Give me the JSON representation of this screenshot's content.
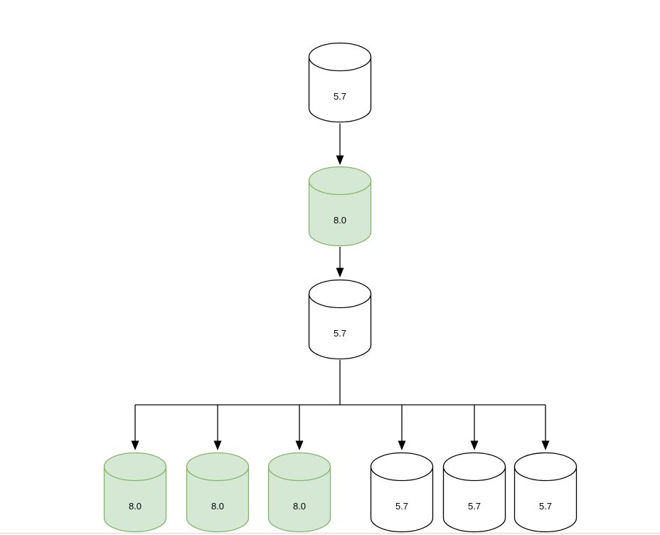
{
  "diagram": {
    "nodes": [
      {
        "id": "db-1",
        "label": "5.7",
        "variant": "plain"
      },
      {
        "id": "db-2",
        "label": "8.0",
        "variant": "green"
      },
      {
        "id": "db-3",
        "label": "5.7",
        "variant": "plain"
      },
      {
        "id": "db-4",
        "label": "8.0",
        "variant": "green"
      },
      {
        "id": "db-5",
        "label": "8.0",
        "variant": "green"
      },
      {
        "id": "db-6",
        "label": "8.0",
        "variant": "green"
      },
      {
        "id": "db-7",
        "label": "5.7",
        "variant": "plain"
      },
      {
        "id": "db-8",
        "label": "5.7",
        "variant": "plain"
      },
      {
        "id": "db-9",
        "label": "5.7",
        "variant": "plain"
      }
    ],
    "edges": [
      {
        "from": "db-1",
        "to": "db-2",
        "arrowhead": true
      },
      {
        "from": "db-2",
        "to": "db-3",
        "arrowhead": true
      },
      {
        "from": "db-3",
        "to": "db-4",
        "arrowhead": true
      },
      {
        "from": "db-3",
        "to": "db-5",
        "arrowhead": true
      },
      {
        "from": "db-3",
        "to": "db-6",
        "arrowhead": true
      },
      {
        "from": "db-3",
        "to": "db-7",
        "arrowhead": true
      },
      {
        "from": "db-3",
        "to": "db-8",
        "arrowhead": true
      },
      {
        "from": "db-3",
        "to": "db-9",
        "arrowhead": true
      }
    ]
  },
  "colors": {
    "canvas_bg": "#ffffff",
    "plain_fill": "#ffffff",
    "plain_stroke": "#000000",
    "highlight_fill": "#d5e8d4",
    "highlight_stroke": "#82b366",
    "line_color": "#000000",
    "label_color": "#000000",
    "divider_color": "#d9d9d9"
  }
}
